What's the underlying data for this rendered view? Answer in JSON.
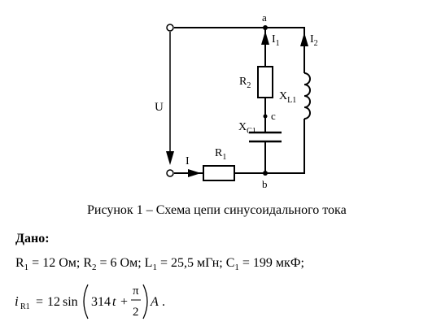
{
  "diagram": {
    "nodes": {
      "a": "a",
      "b": "b",
      "c": "c"
    },
    "source": {
      "label": "U"
    },
    "currents": {
      "main": "I",
      "branch1": {
        "base": "I",
        "sub": "1"
      },
      "branch2": {
        "base": "I",
        "sub": "2"
      }
    },
    "elements": {
      "R1": {
        "base": "R",
        "sub": "1"
      },
      "R2": {
        "base": "R",
        "sub": "2"
      },
      "XL1": {
        "base": "X",
        "sub": "L1"
      },
      "XC1": {
        "base": "X",
        "sub": "C1"
      }
    }
  },
  "caption": "Рисунок 1 – Схема цепи синусоидального тока",
  "given": {
    "heading": "Дано:",
    "params": [
      {
        "name": "R",
        "sub": "1",
        "value": " = 12 Ом; "
      },
      {
        "name": "R",
        "sub": "2",
        "value": " = 6 Ом; "
      },
      {
        "name": "L",
        "sub": "1",
        "value": " = 25,5 мГн; "
      },
      {
        "name": "C",
        "sub": "1",
        "value": " = 199 мкФ;"
      }
    ]
  },
  "formula": {
    "var": "i",
    "sub": "R1",
    "eq": "=",
    "amp": "12",
    "func": "sin",
    "omega": "314",
    "t": "t",
    "plus": "+",
    "pi": "π",
    "den": "2",
    "unit": "A",
    "end": "."
  }
}
